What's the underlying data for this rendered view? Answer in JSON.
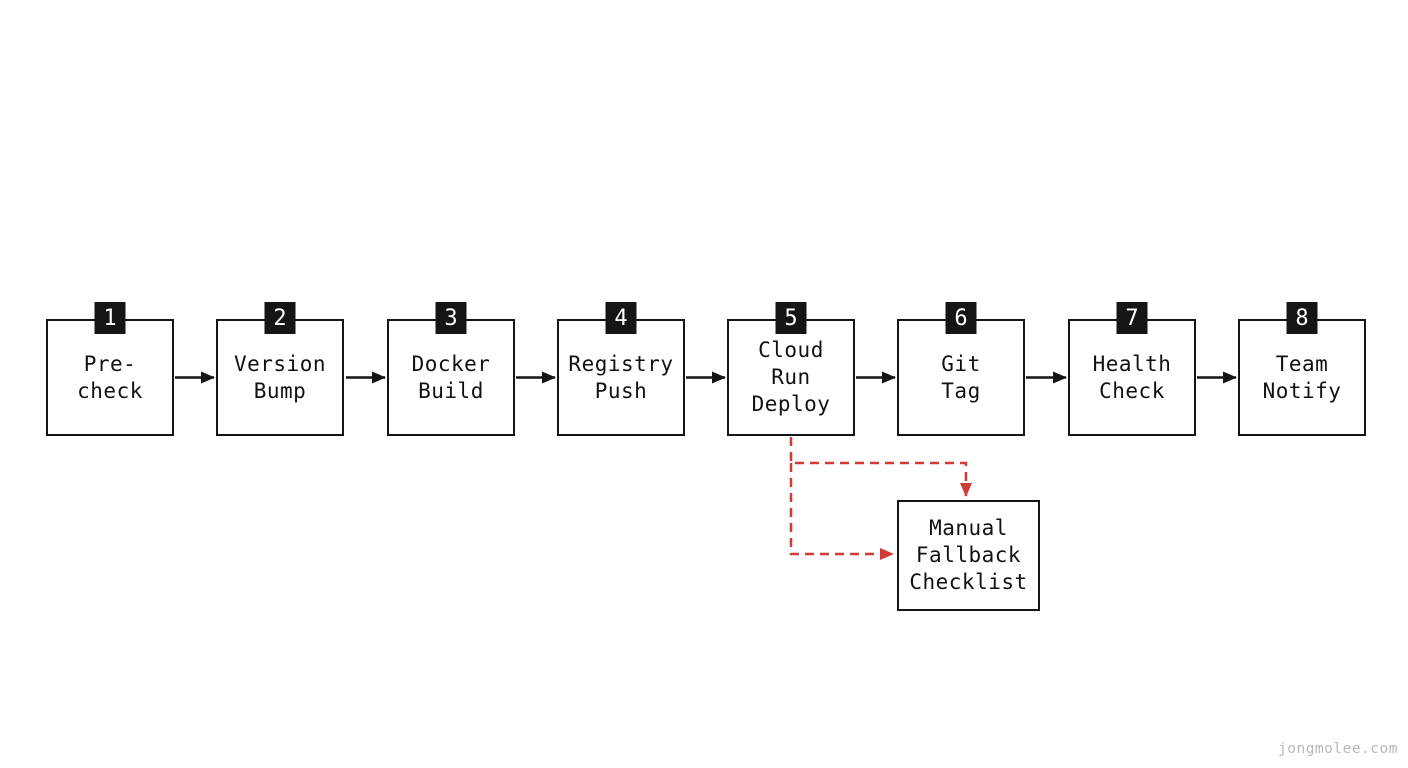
{
  "diagram": {
    "type": "flowchart",
    "steps": [
      {
        "number": "1",
        "label": "Pre-\ncheck"
      },
      {
        "number": "2",
        "label": "Version\nBump"
      },
      {
        "number": "3",
        "label": "Docker\nBuild"
      },
      {
        "number": "4",
        "label": "Registry\nPush"
      },
      {
        "number": "5",
        "label": "Cloud\nRun\nDeploy"
      },
      {
        "number": "6",
        "label": "Git\nTag"
      },
      {
        "number": "7",
        "label": "Health\nCheck"
      },
      {
        "number": "8",
        "label": "Team\nNotify"
      }
    ],
    "fallback_node": {
      "label": "Manual\nFallback\nChecklist"
    },
    "edges": [
      "1->2",
      "2->3",
      "3->4",
      "4->5",
      "5->6",
      "6->7",
      "7->8",
      "5->fallback (dashed, top)",
      "5->fallback (dashed, side)"
    ],
    "colors": {
      "box_border": "#151515",
      "box_fill": "#ffffff",
      "badge_bg": "#151515",
      "badge_text": "#ffffff",
      "flow_arrow": "#151515",
      "fallback_arrow": "#d23b33"
    }
  },
  "watermark": {
    "text": "jongmolee.com",
    "color": "#b8b8b8"
  }
}
